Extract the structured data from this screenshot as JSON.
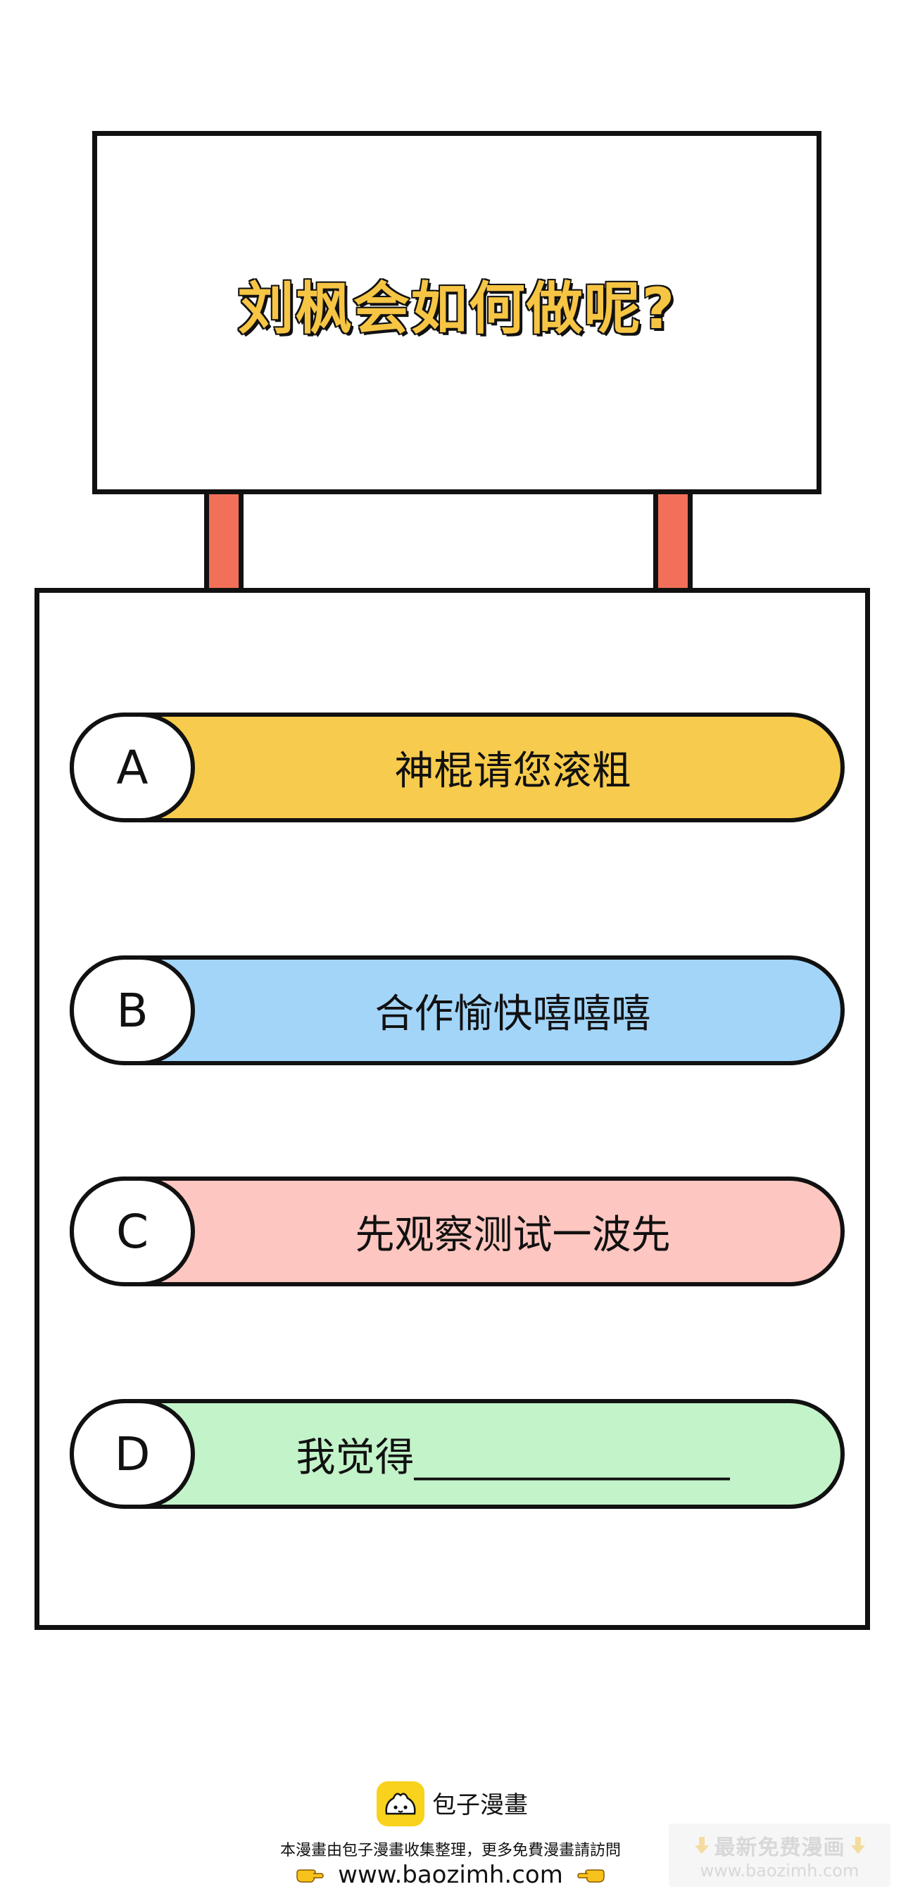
{
  "sign": {
    "title": "刘枫会如何做呢?"
  },
  "options": [
    {
      "letter": "A",
      "text": "神棍请您滚粗",
      "color": "#f7cb4d"
    },
    {
      "letter": "B",
      "text": "合作愉快嘻嘻嘻",
      "color": "#a3d5f9"
    },
    {
      "letter": "C",
      "text": "先观察测试一波先",
      "color": "#fec6c0"
    },
    {
      "letter": "D",
      "text": "我觉得________________",
      "color": "#c3f3c9"
    }
  ],
  "colors": {
    "post": "#f2705a",
    "title": "#f6c544",
    "outline": "#111111"
  },
  "footer": {
    "brand_name": "包子漫畫",
    "note": "本漫畫由包子漫畫收集整理，更多免費漫畫請訪問",
    "url": "www.baozimh.com",
    "logo_icon": "baozi-logo-icon",
    "pointer_icon": "pointing-hand-icon"
  },
  "watermark": {
    "line1": "最新免费漫画",
    "line2": "www.baozimh.com"
  }
}
